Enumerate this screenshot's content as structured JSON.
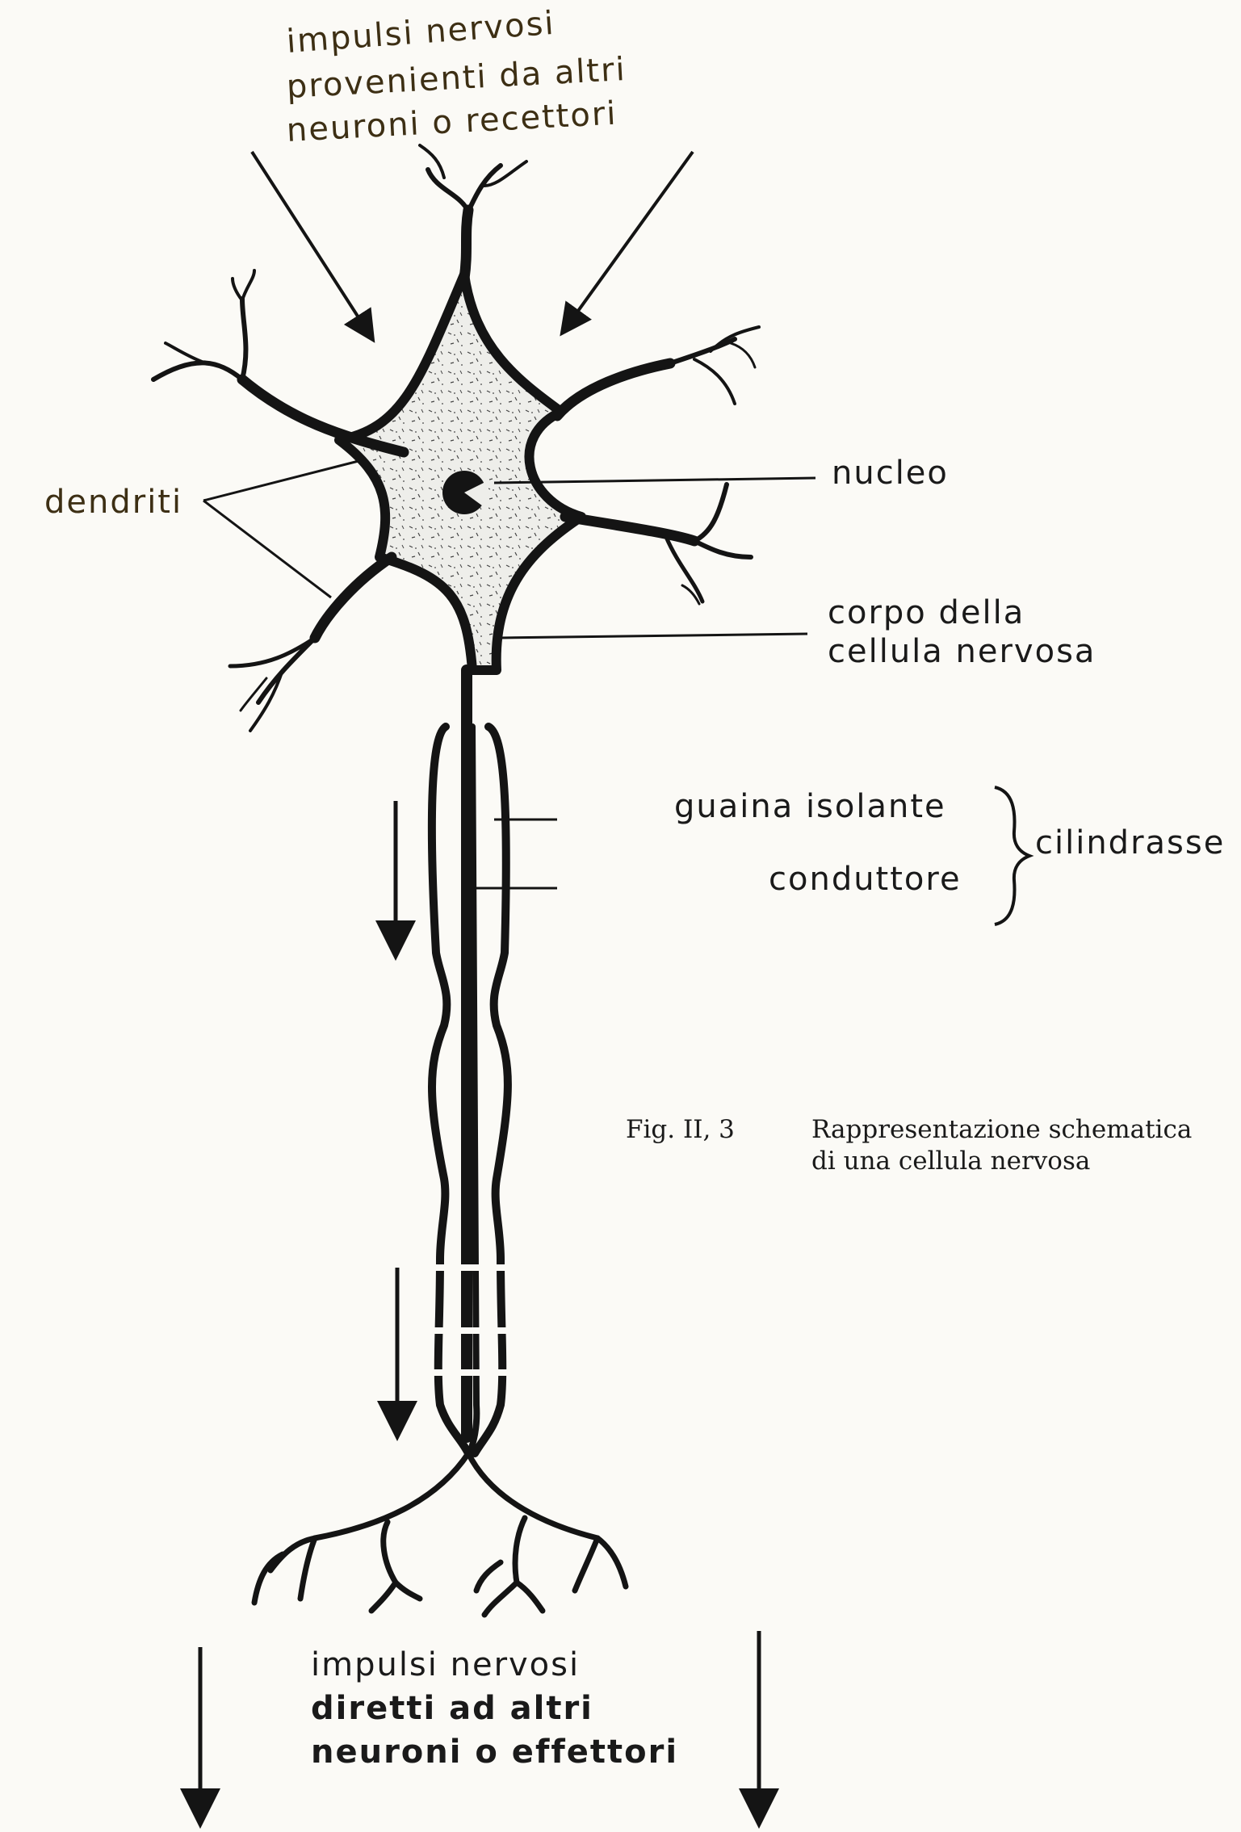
{
  "labels": {
    "top_incoming": [
      "impulsi nervosi",
      "provenienti da altri",
      "neuroni o recettori"
    ],
    "dendriti": "dendriti",
    "nucleo": "nucleo",
    "corpo": [
      "corpo della",
      "cellula nervosa"
    ],
    "guaina": "guaina isolante",
    "conduttore": "conduttore",
    "cilindrasse": "cilindrasse",
    "bottom_outgoing": [
      "impulsi nervosi",
      "diretti ad altri",
      "neuroni o effettori"
    ]
  },
  "caption": {
    "number": "Fig. II, 3",
    "line1": "Rappresentazione schematica",
    "line2": "di una cellula nervosa"
  },
  "colors": {
    "ink": "#141414",
    "body_fill": "#eeeeea",
    "label_text": "#3d2f14",
    "paper": "#fbfaf6"
  }
}
